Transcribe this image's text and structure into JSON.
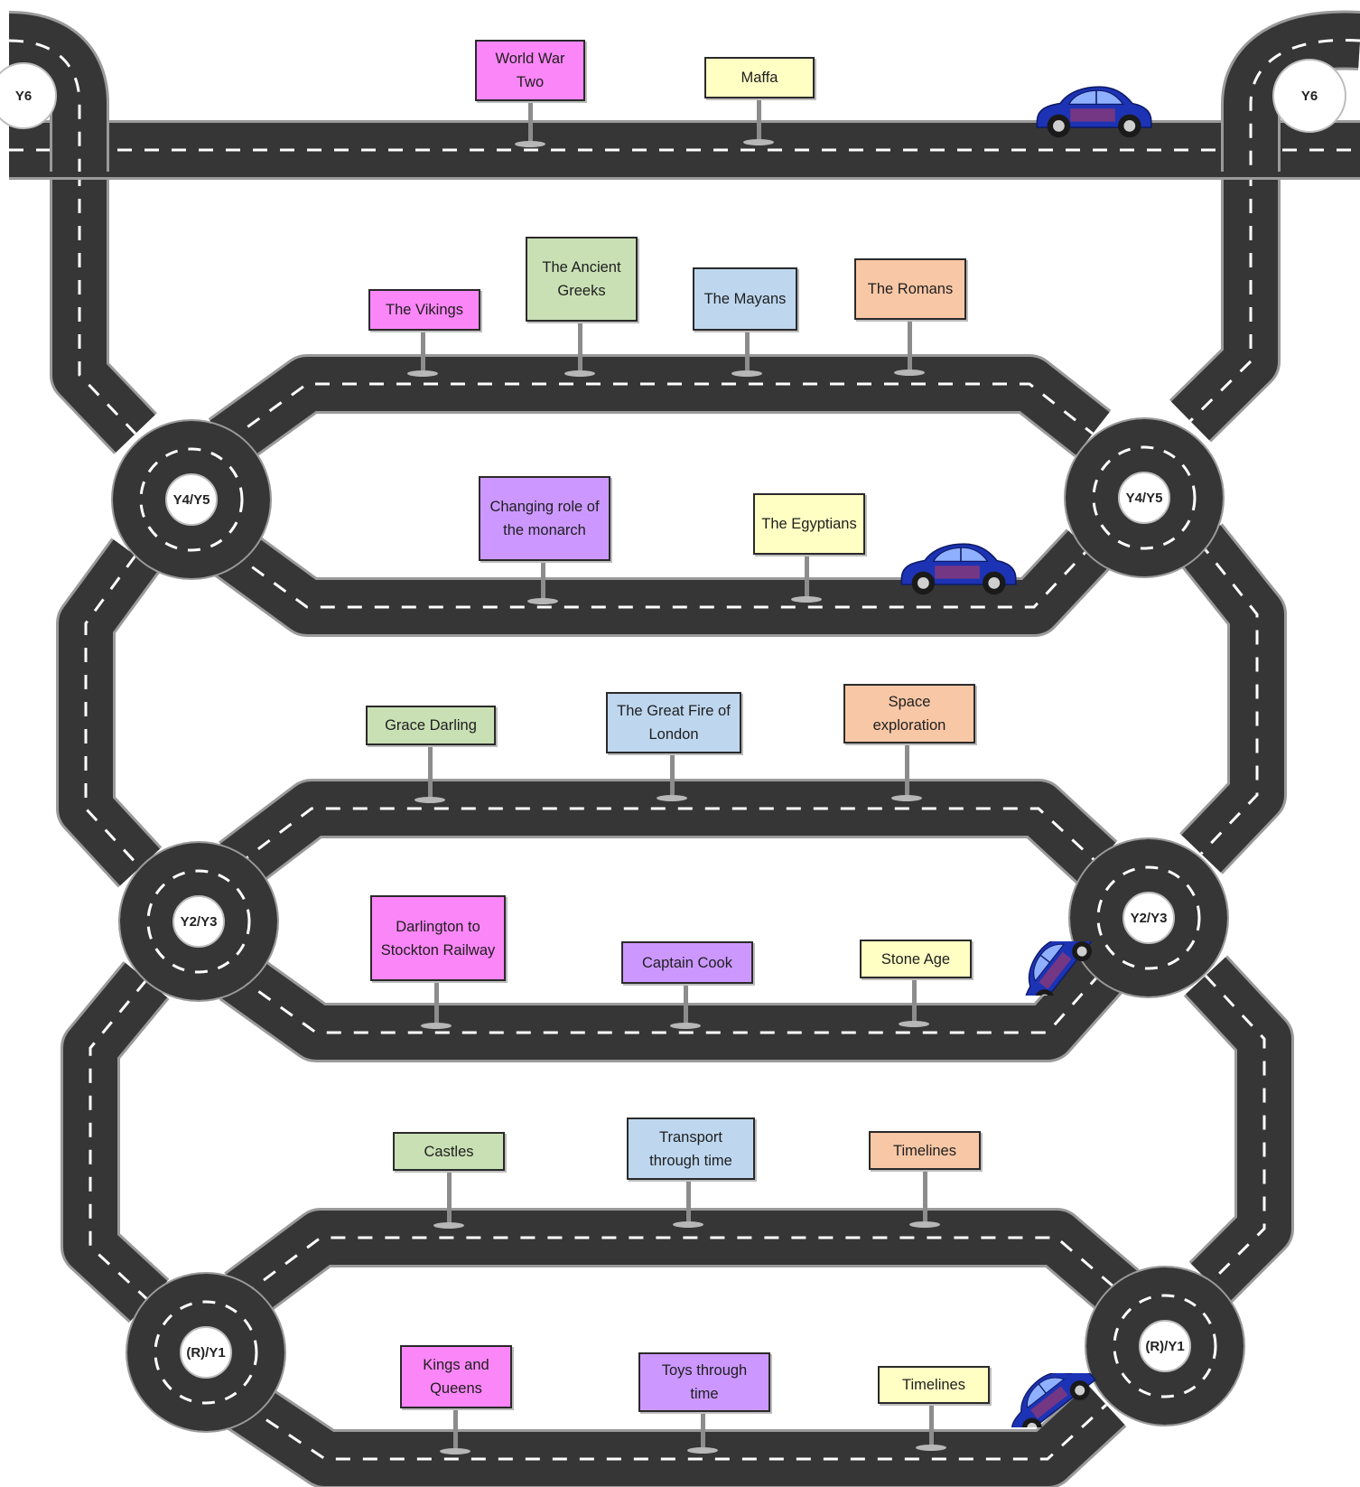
{
  "colors": {
    "road": "#363636",
    "pink": "#fb86f7",
    "yellow": "#ffffc4",
    "green": "#c9e0b4",
    "blue": "#bed7ef",
    "peach": "#f8c7a6",
    "purple": "#cc98ff",
    "car": "#1d33b5"
  },
  "roundabouts": {
    "y6_left": "Y6",
    "y6_right": "Y6",
    "y45_left": "Y4/Y5",
    "y45_right": "Y4/Y5",
    "y23_left": "Y2/Y3",
    "y23_right": "Y2/Y3",
    "ry1_left": "(R)/Y1",
    "ry1_right": "(R)/Y1"
  },
  "signs": {
    "world_war_two": {
      "text": "World War Two",
      "color": "pink"
    },
    "maths": {
      "text": "Maffa",
      "color": "yellow"
    },
    "vikings": {
      "text": "The Vikings",
      "color": "pink"
    },
    "ancient_greeks": {
      "text": "The Ancient Greeks",
      "color": "green"
    },
    "mayans": {
      "text": "The Mayans",
      "color": "blue"
    },
    "romans": {
      "text": "The Romans",
      "color": "peach"
    },
    "changing_monarch": {
      "text": "Changing role of the monarch",
      "color": "purple"
    },
    "egyptians": {
      "text": "The Egyptians",
      "color": "yellow"
    },
    "grace_darling": {
      "text": "Grace Darling",
      "color": "green"
    },
    "great_fire": {
      "text": "The Great Fire of London",
      "color": "blue"
    },
    "space": {
      "text": "Space exploration",
      "color": "peach"
    },
    "darlington": {
      "text": "Darlington to Stockton Railway",
      "color": "pink"
    },
    "captain_cook": {
      "text": "Captain Cook",
      "color": "purple"
    },
    "stone_age": {
      "text": "Stone Age",
      "color": "yellow"
    },
    "castles": {
      "text": "Castles",
      "color": "green"
    },
    "transport": {
      "text": "Transport through time",
      "color": "blue"
    },
    "timelines_1": {
      "text": "Timelines",
      "color": "peach"
    },
    "kings_queens": {
      "text": "Kings and Queens",
      "color": "pink"
    },
    "toys": {
      "text": "Toys through time",
      "color": "purple"
    },
    "timelines_2": {
      "text": "Timelines",
      "color": "yellow"
    }
  }
}
